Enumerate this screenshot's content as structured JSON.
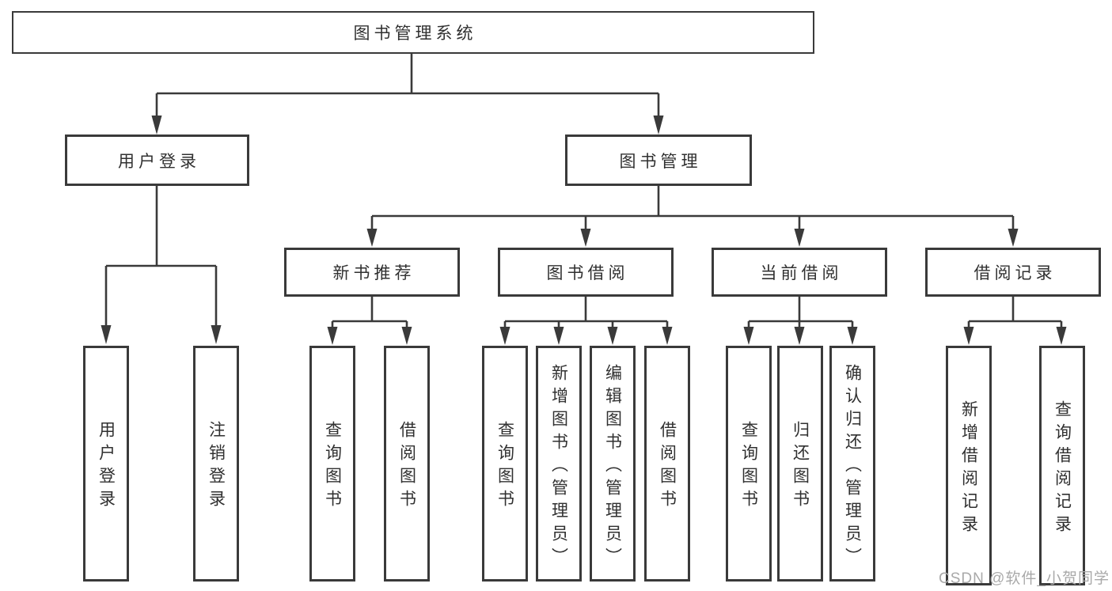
{
  "tree": {
    "label": "图书管理系统",
    "children": [
      {
        "label": "用户登录",
        "children": [
          {
            "label": "用户登录"
          },
          {
            "label": "注销登录"
          }
        ]
      },
      {
        "label": "图书管理",
        "children": [
          {
            "label": "新书推荐",
            "children": [
              {
                "label": "查询图书"
              },
              {
                "label": "借阅图书"
              }
            ]
          },
          {
            "label": "图书借阅",
            "children": [
              {
                "label": "查询图书"
              },
              {
                "label": "新增图书（管理员）"
              },
              {
                "label": "编辑图书（管理员）"
              },
              {
                "label": "借阅图书"
              }
            ]
          },
          {
            "label": "当前借阅",
            "children": [
              {
                "label": "查询图书"
              },
              {
                "label": "归还图书"
              },
              {
                "label": "确认归还（管理员）"
              }
            ]
          },
          {
            "label": "借阅记录",
            "children": [
              {
                "label": "新增借阅记录"
              },
              {
                "label": "查询借阅记录"
              }
            ]
          }
        ]
      }
    ]
  },
  "watermark": "CSDN @软件_小贺同学",
  "colors": {
    "line": "#3a3a3a",
    "text": "#303030",
    "box_fill": "#ffffff",
    "watermark": "#a9a9a9",
    "background": "#ffffff"
  }
}
